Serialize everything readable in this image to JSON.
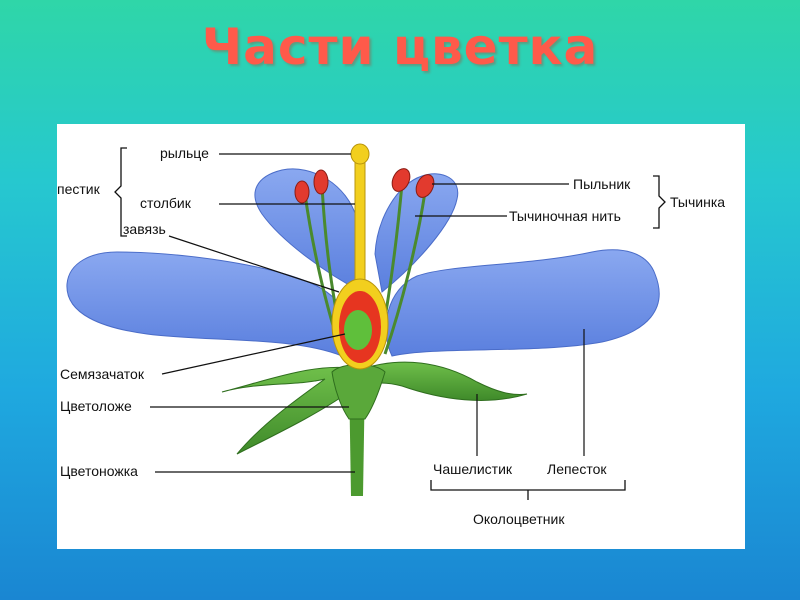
{
  "title": "Части цветка",
  "labels": {
    "pestle": "пестик",
    "stigma": "рыльце",
    "style": "столбик",
    "ovary": "завязь",
    "ovule": "Семязачаток",
    "receptacle": "Цветоложе",
    "pedicel": "Цветоножка",
    "anther": "Пыльник",
    "filament": "Тычиночная нить",
    "stamen": "Тычинка",
    "sepal": "Чашелистик",
    "petal": "Лепесток",
    "perianth": "Околоцветник"
  },
  "colors": {
    "petal": "#6f91e8",
    "sepal": "#4f9a34",
    "stigma_style": "#f2cf1e",
    "ovary_wall": "#e63520",
    "ovule": "#5fbf3b",
    "anther": "#e23a2e",
    "title": "#ff5a4a"
  }
}
